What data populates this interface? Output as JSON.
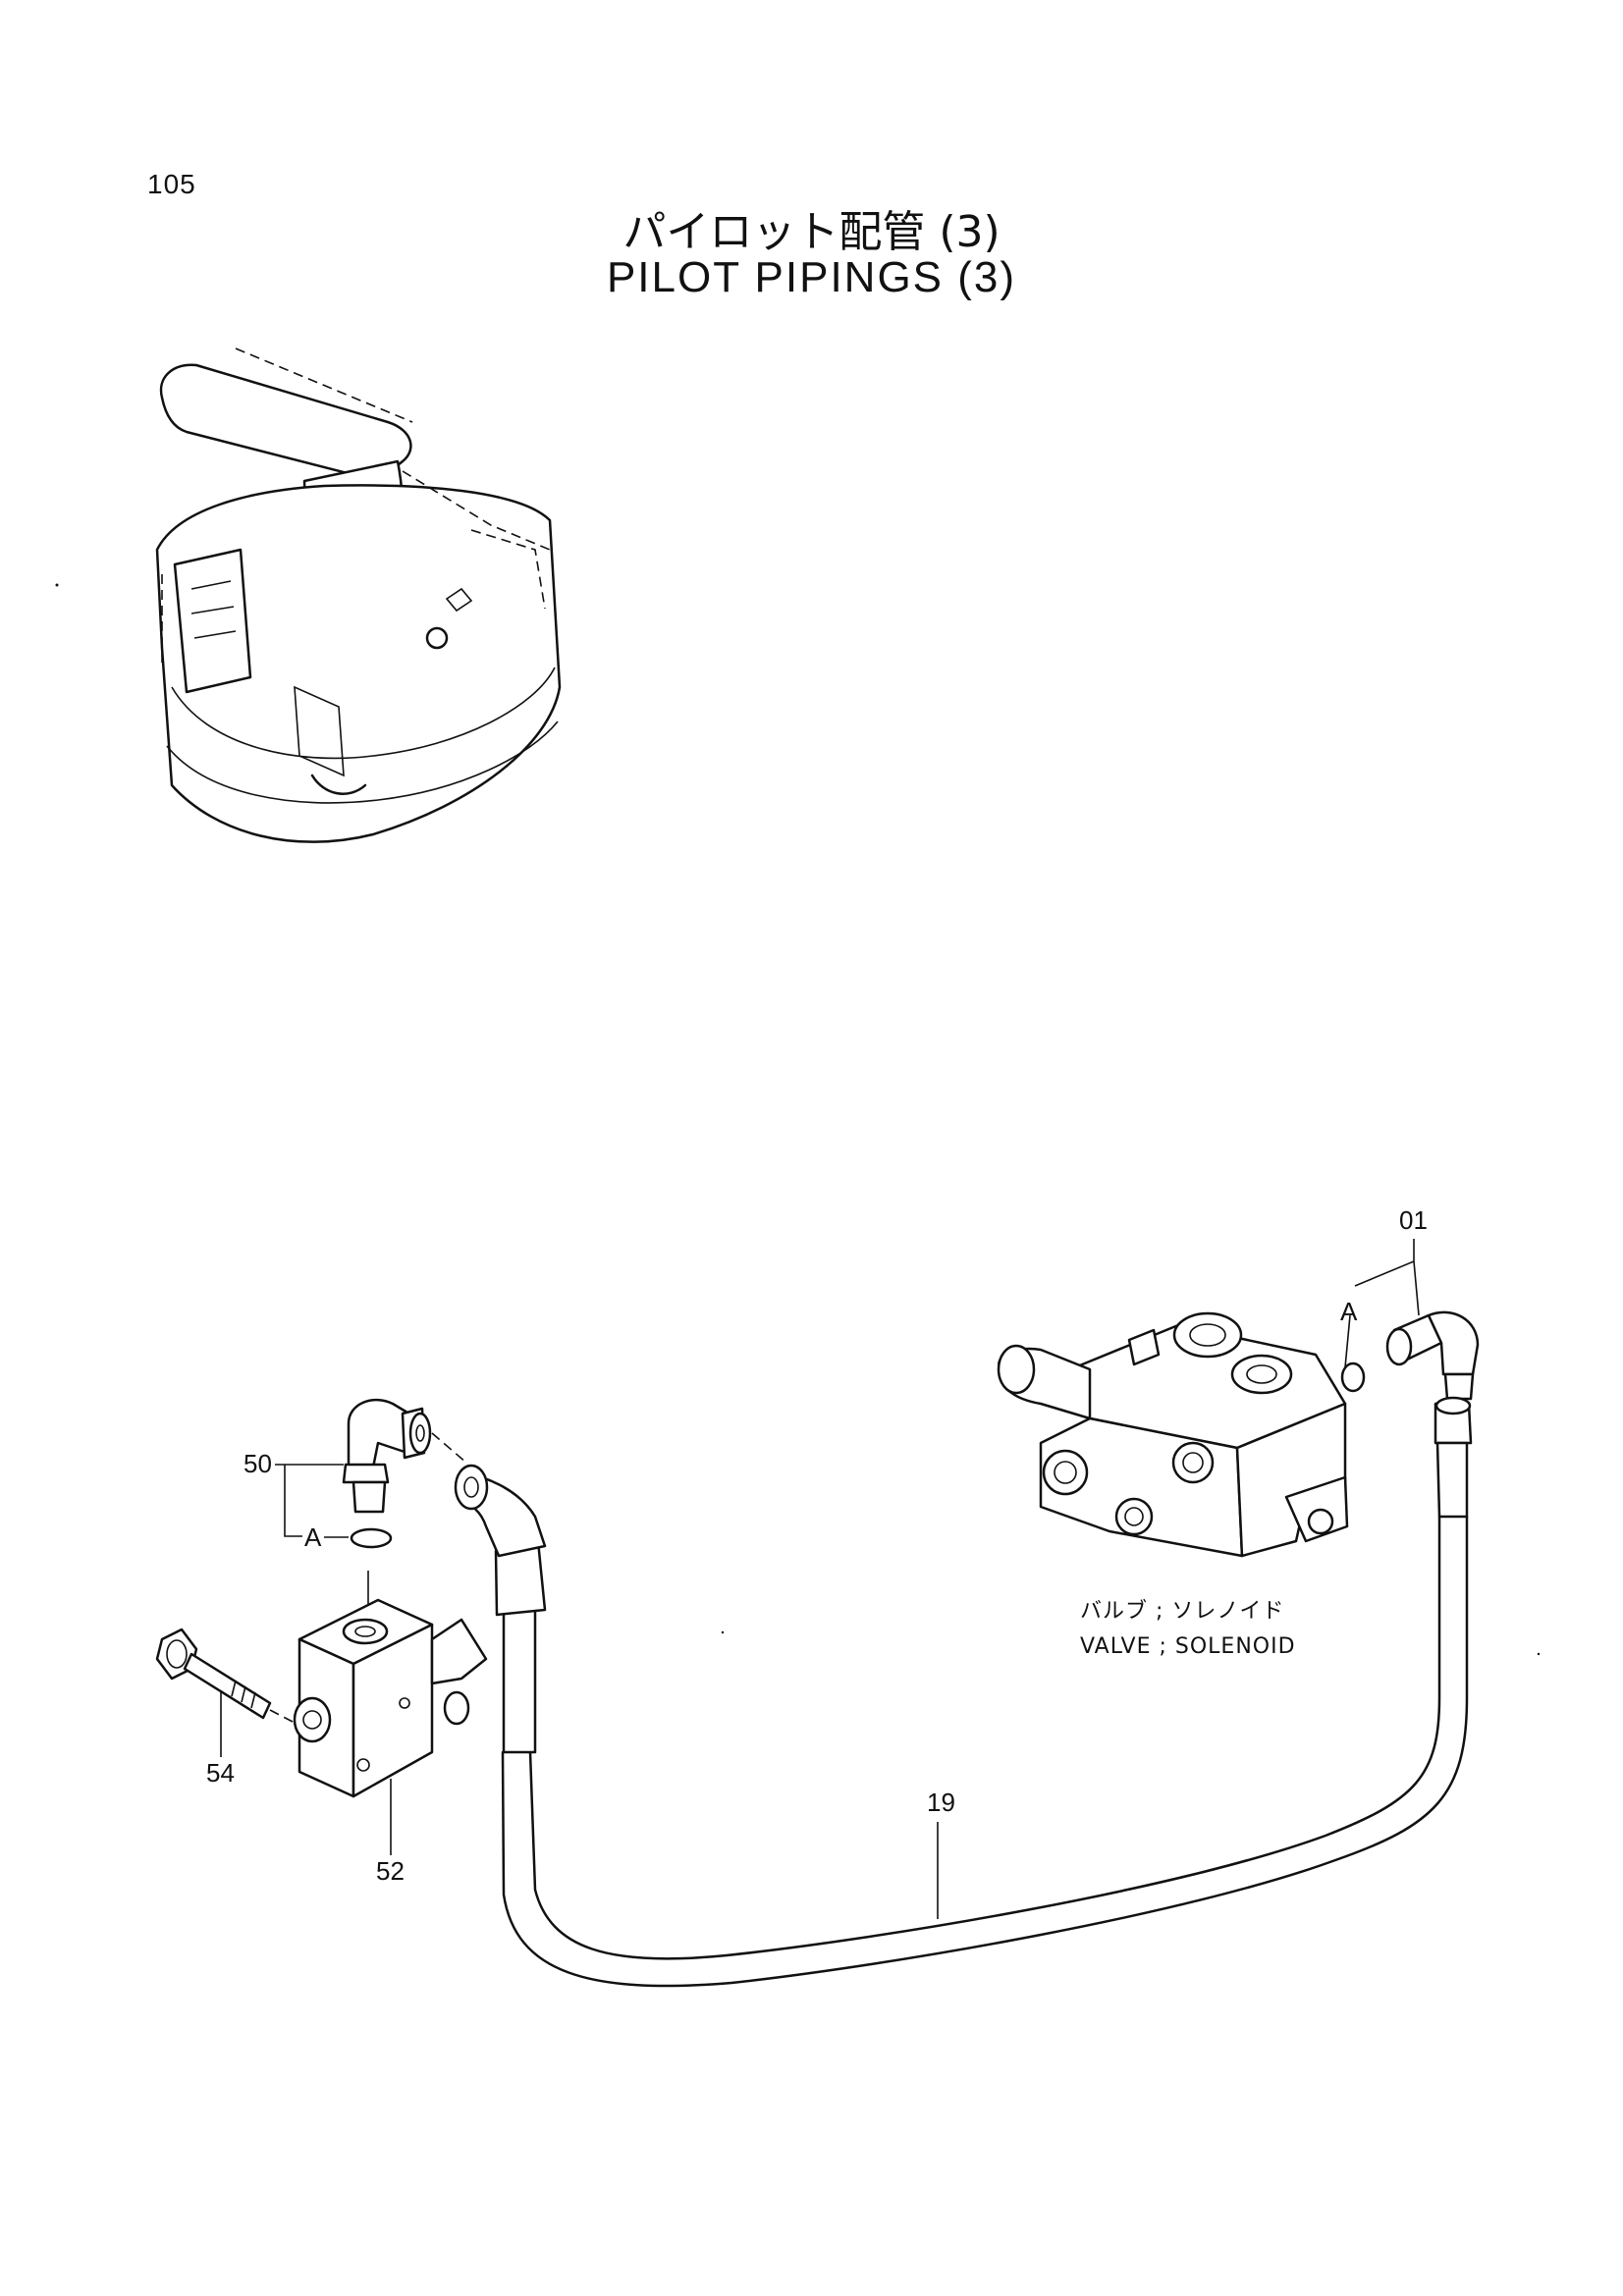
{
  "page_number": "105",
  "title_jp": "パイロット配管  (3)",
  "title_en": "PILOT  PIPINGS  (3)",
  "callouts": {
    "c01": "01",
    "c19": "19",
    "c50": "50",
    "c52": "52",
    "c54": "54",
    "a_right": "A",
    "a_left": "A"
  },
  "valve_caption_jp": "バルブ ; ソレノイド",
  "valve_caption_en": "VALVE ; SOLENOID"
}
